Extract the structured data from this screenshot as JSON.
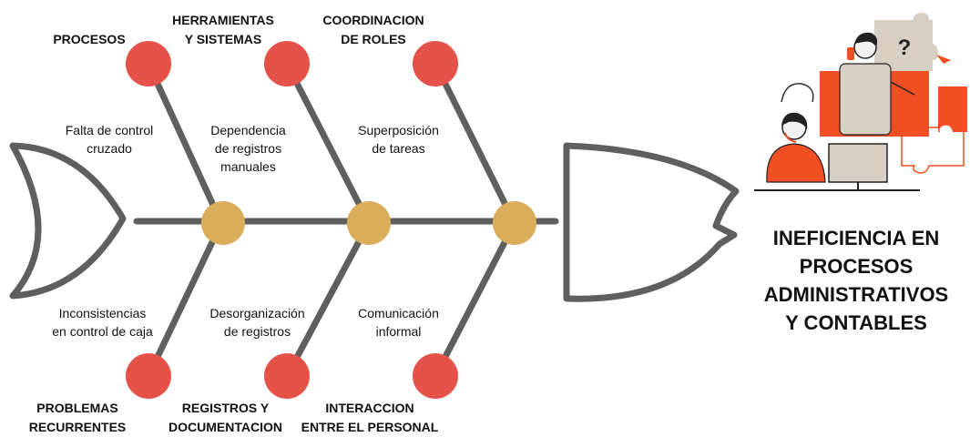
{
  "problem": {
    "lines": [
      "INEFICIENCIA EN",
      "PROCESOS",
      "ADMINISTRATIVOS",
      "Y CONTABLES"
    ]
  },
  "categories": {
    "procesos": [
      "PROCESOS"
    ],
    "herramientas": [
      "HERRAMIENTAS",
      "Y SISTEMAS"
    ],
    "coordinacion": [
      "COORDINACION",
      "DE ROLES"
    ],
    "problemas": [
      "PROBLEMAS",
      "RECURRENTES"
    ],
    "registros": [
      "REGISTROS Y",
      "DOCUMENTACION"
    ],
    "interaccion": [
      "INTERACCION",
      "ENTRE EL PERSONAL"
    ]
  },
  "causes": {
    "falta_control": [
      "Falta de control",
      "cruzado"
    ],
    "dependencia": [
      "Dependencia",
      "de registros",
      "manuales"
    ],
    "superposicion": [
      "Superposición",
      "de tareas"
    ],
    "inconsistencias": [
      "Inconsistencias",
      "en control de caja"
    ],
    "desorganizacion": [
      "Desorganización",
      "de registros"
    ],
    "comunicacion": [
      "Comunicación",
      "informal"
    ]
  },
  "colors": {
    "bone": "#5f5f5f",
    "category_node": "#e5524a",
    "junction_node": "#d9ad5a",
    "illustration_accent": "#f04e23",
    "illustration_beige": "#d8cfc4"
  },
  "icons": {
    "illustration": "office-workers-puzzle-illustration",
    "question_mark": "?"
  }
}
